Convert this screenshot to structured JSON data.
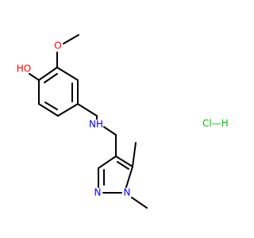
{
  "atoms": {
    "ho": {
      "text": "HO",
      "color": "#ff0000"
    },
    "nh": {
      "text": "NH",
      "color": "#0000ff"
    },
    "n_ring": {
      "text": "N",
      "color": "#0000ff"
    },
    "n_methyl": {
      "text": "N",
      "color": "#0000ff"
    },
    "hcl": {
      "text": "Cl—H",
      "color": "#00c000"
    }
  },
  "colors": {
    "bond": "#000000",
    "ether_oxygen": "#ff0000",
    "background": "#ffffff"
  }
}
